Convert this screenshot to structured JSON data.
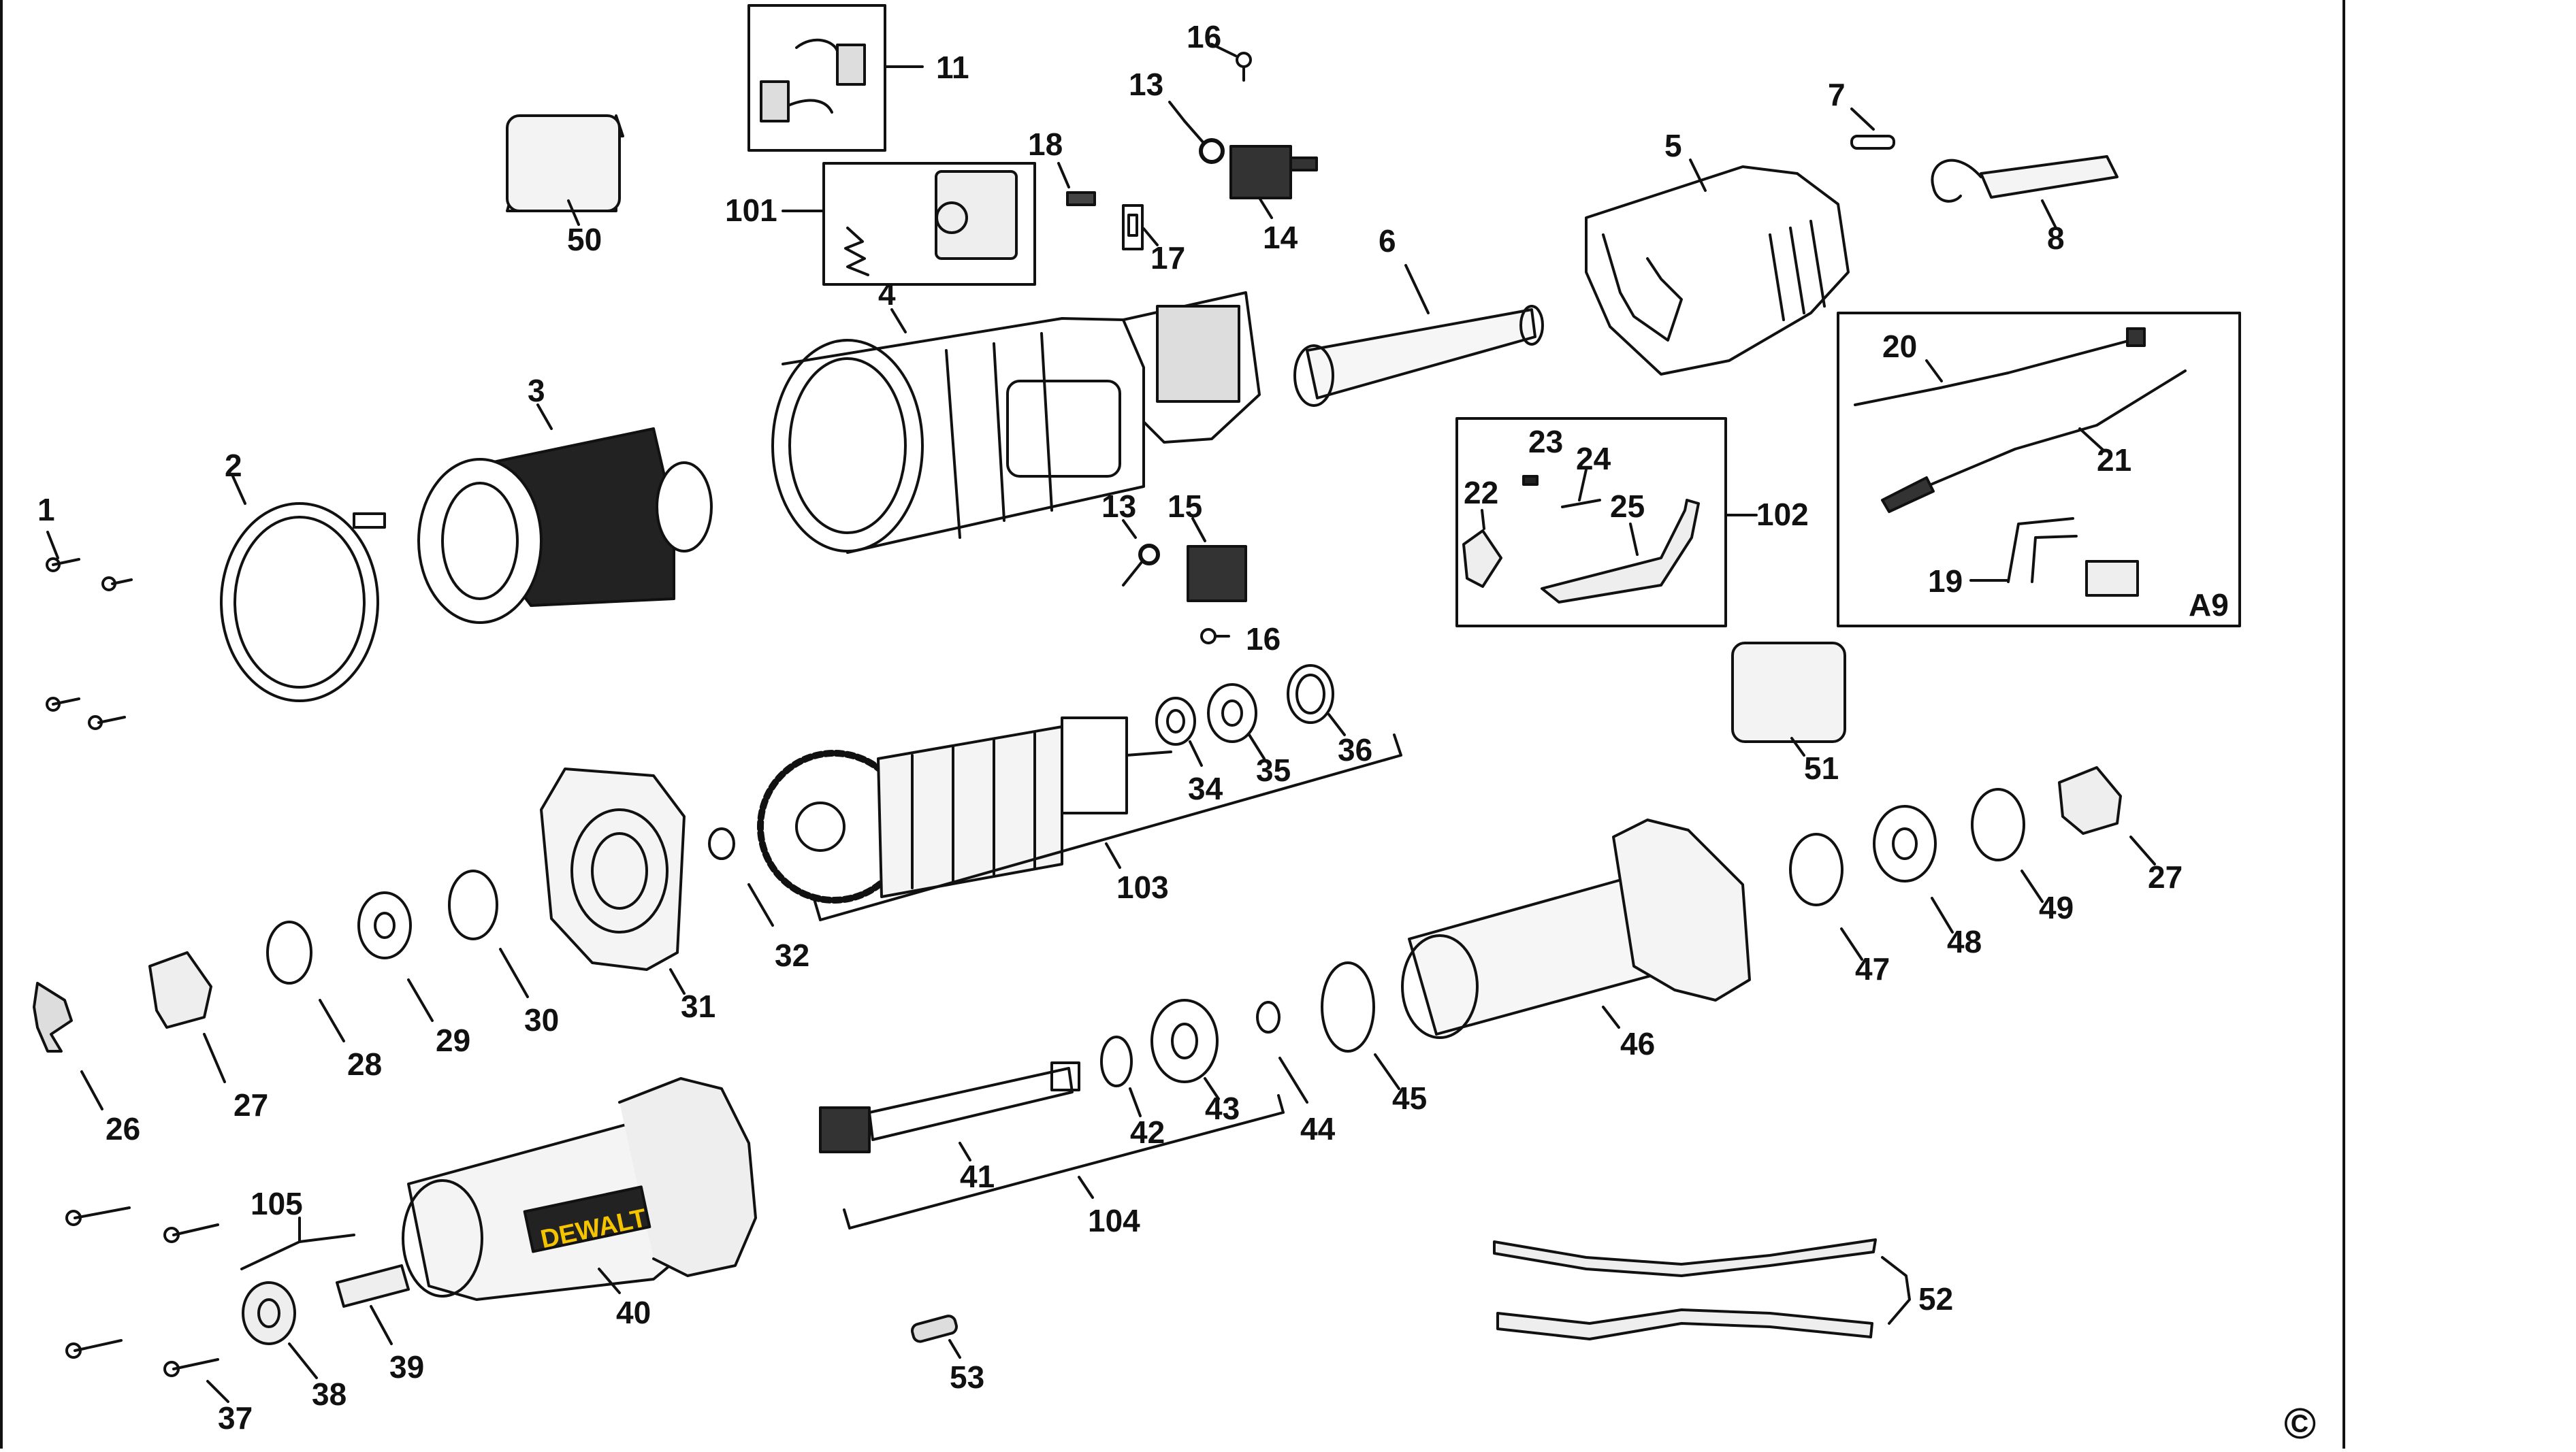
{
  "labels": {
    "l1": "1",
    "l2": "2",
    "l3": "3",
    "l4": "4",
    "l5": "5",
    "l6": "6",
    "l7": "7",
    "l8": "8",
    "l11": "11",
    "l13a": "13",
    "l13b": "13",
    "l14": "14",
    "l15": "15",
    "l16a": "16",
    "l16b": "16",
    "l17": "17",
    "l18": "18",
    "l19": "19",
    "l20": "20",
    "l21": "21",
    "l22": "22",
    "l23": "23",
    "l24": "24",
    "l25": "25",
    "l26": "26",
    "l27a": "27",
    "l27b": "27",
    "l28": "28",
    "l29": "29",
    "l30": "30",
    "l31": "31",
    "l32": "32",
    "l34": "34",
    "l35": "35",
    "l36": "36",
    "l37": "37",
    "l38": "38",
    "l39": "39",
    "l40": "40",
    "l41": "41",
    "l42": "42",
    "l43": "43",
    "l44": "44",
    "l45": "45",
    "l46": "46",
    "l47": "47",
    "l48": "48",
    "l49": "49",
    "l50": "50",
    "l51": "51",
    "l52": "52",
    "l53": "53",
    "l101": "101",
    "l102": "102",
    "l103": "103",
    "l104": "104",
    "l105": "105",
    "lA9": "A9"
  },
  "brand": "DEWALT",
  "copyright": "©"
}
